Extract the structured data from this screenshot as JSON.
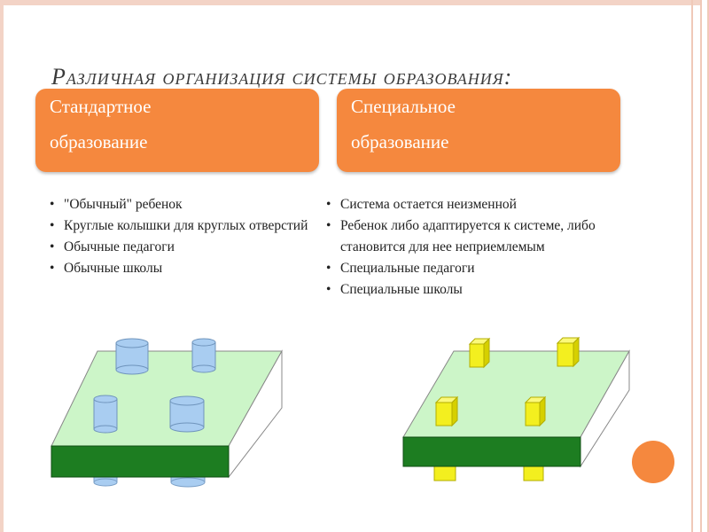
{
  "title": "Различная организация системы образования:",
  "left_header": {
    "line1": "Стандартное",
    "line2": "образование"
  },
  "right_header": {
    "line1": "Специальное",
    "line2": "образование"
  },
  "left_list": [
    " \"Обычный\" ребенок",
    " Круглые колышки для круглых отверстий",
    "Обычные педагоги",
    "Обычные школы"
  ],
  "right_list": [
    "Система остается неизменной",
    " Ребенок либо адаптируется к системе,     либо становится для нее неприемлемым",
    " Специальные педагоги",
    " Специальные школы"
  ],
  "colors": {
    "accent": "#f5883e",
    "board_top": "#ccf5c8",
    "board_front": "#1d7d21",
    "peg_round": "#a9cdf1",
    "peg_square": "#f3ef1f"
  }
}
